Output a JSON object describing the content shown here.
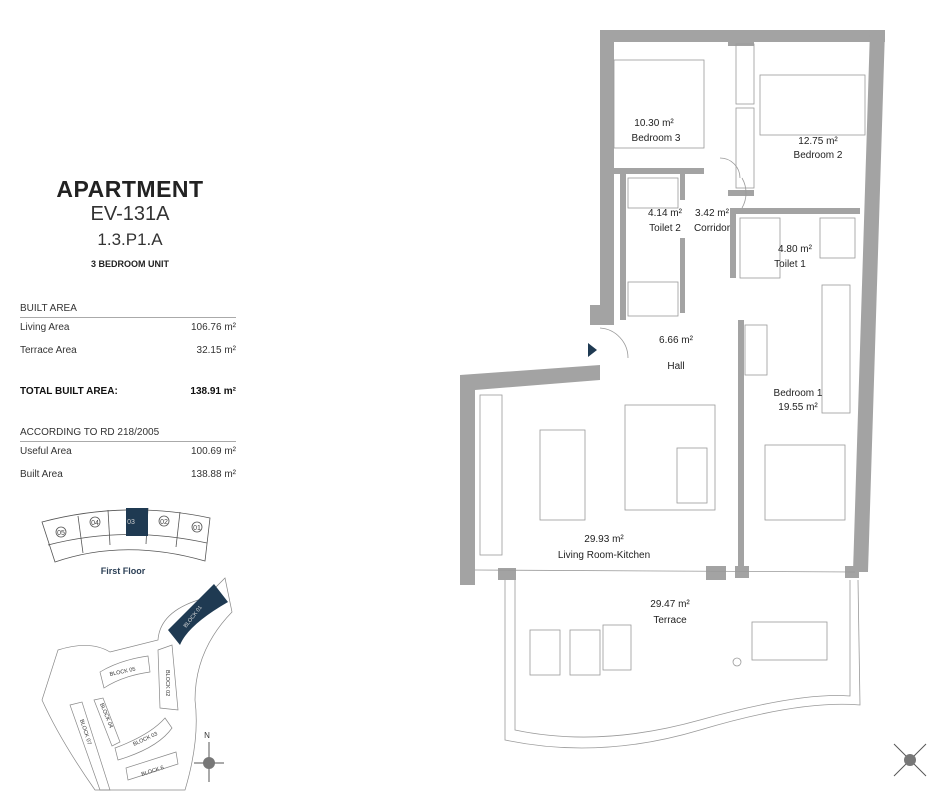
{
  "apartment": {
    "heading": "APARTMENT",
    "code": "EV-131A",
    "reference": "1.3.P1.A",
    "unit_type": "3 BEDROOM UNIT"
  },
  "built_area": {
    "heading": "BUILT AREA",
    "rows": [
      {
        "label": "Living Area",
        "value": "106.76 m²"
      },
      {
        "label": "Terrace Area",
        "value": "32.15 m²"
      }
    ],
    "total_label": "TOTAL BUILT AREA:",
    "total_value": "138.91 m²"
  },
  "rd": {
    "heading": "ACCORDING TO RD 218/2005",
    "rows": [
      {
        "label": "Useful Area",
        "value": "100.69 m²"
      },
      {
        "label": "Built Area",
        "value": "138.88 m²"
      }
    ]
  },
  "floor_key": {
    "units": [
      "05",
      "04",
      "03",
      "02",
      "01"
    ],
    "selected": "03",
    "label": "First Floor",
    "highlight": "#1f3a52"
  },
  "site_key": {
    "blocks": [
      "BLOCK 01",
      "BLOCK 02",
      "BLOCK 05",
      "BLOCK 04",
      "BLOCK 03",
      "BLOCK 07",
      "BLOCK 6"
    ],
    "selected": "BLOCK 01"
  },
  "compass": {
    "north": "N"
  },
  "rooms": [
    {
      "area": "10.30 m²",
      "name": "Bedroom  3"
    },
    {
      "area": "12.75 m²",
      "name": "Bedroom  2"
    },
    {
      "area": "4.14 m²",
      "name": "Toilet 2"
    },
    {
      "area": "3.42 m²",
      "name": "Corridor"
    },
    {
      "area": "4.80 m²",
      "name": "Toilet 1"
    },
    {
      "area": "6.66 m²",
      "name": "Hall"
    },
    {
      "area": "19.55 m²",
      "name": "Bedroom 1"
    },
    {
      "area": "29.93 m²",
      "name": "Living Room-Kitchen"
    },
    {
      "area": "29.47 m²",
      "name": "Terrace"
    }
  ]
}
